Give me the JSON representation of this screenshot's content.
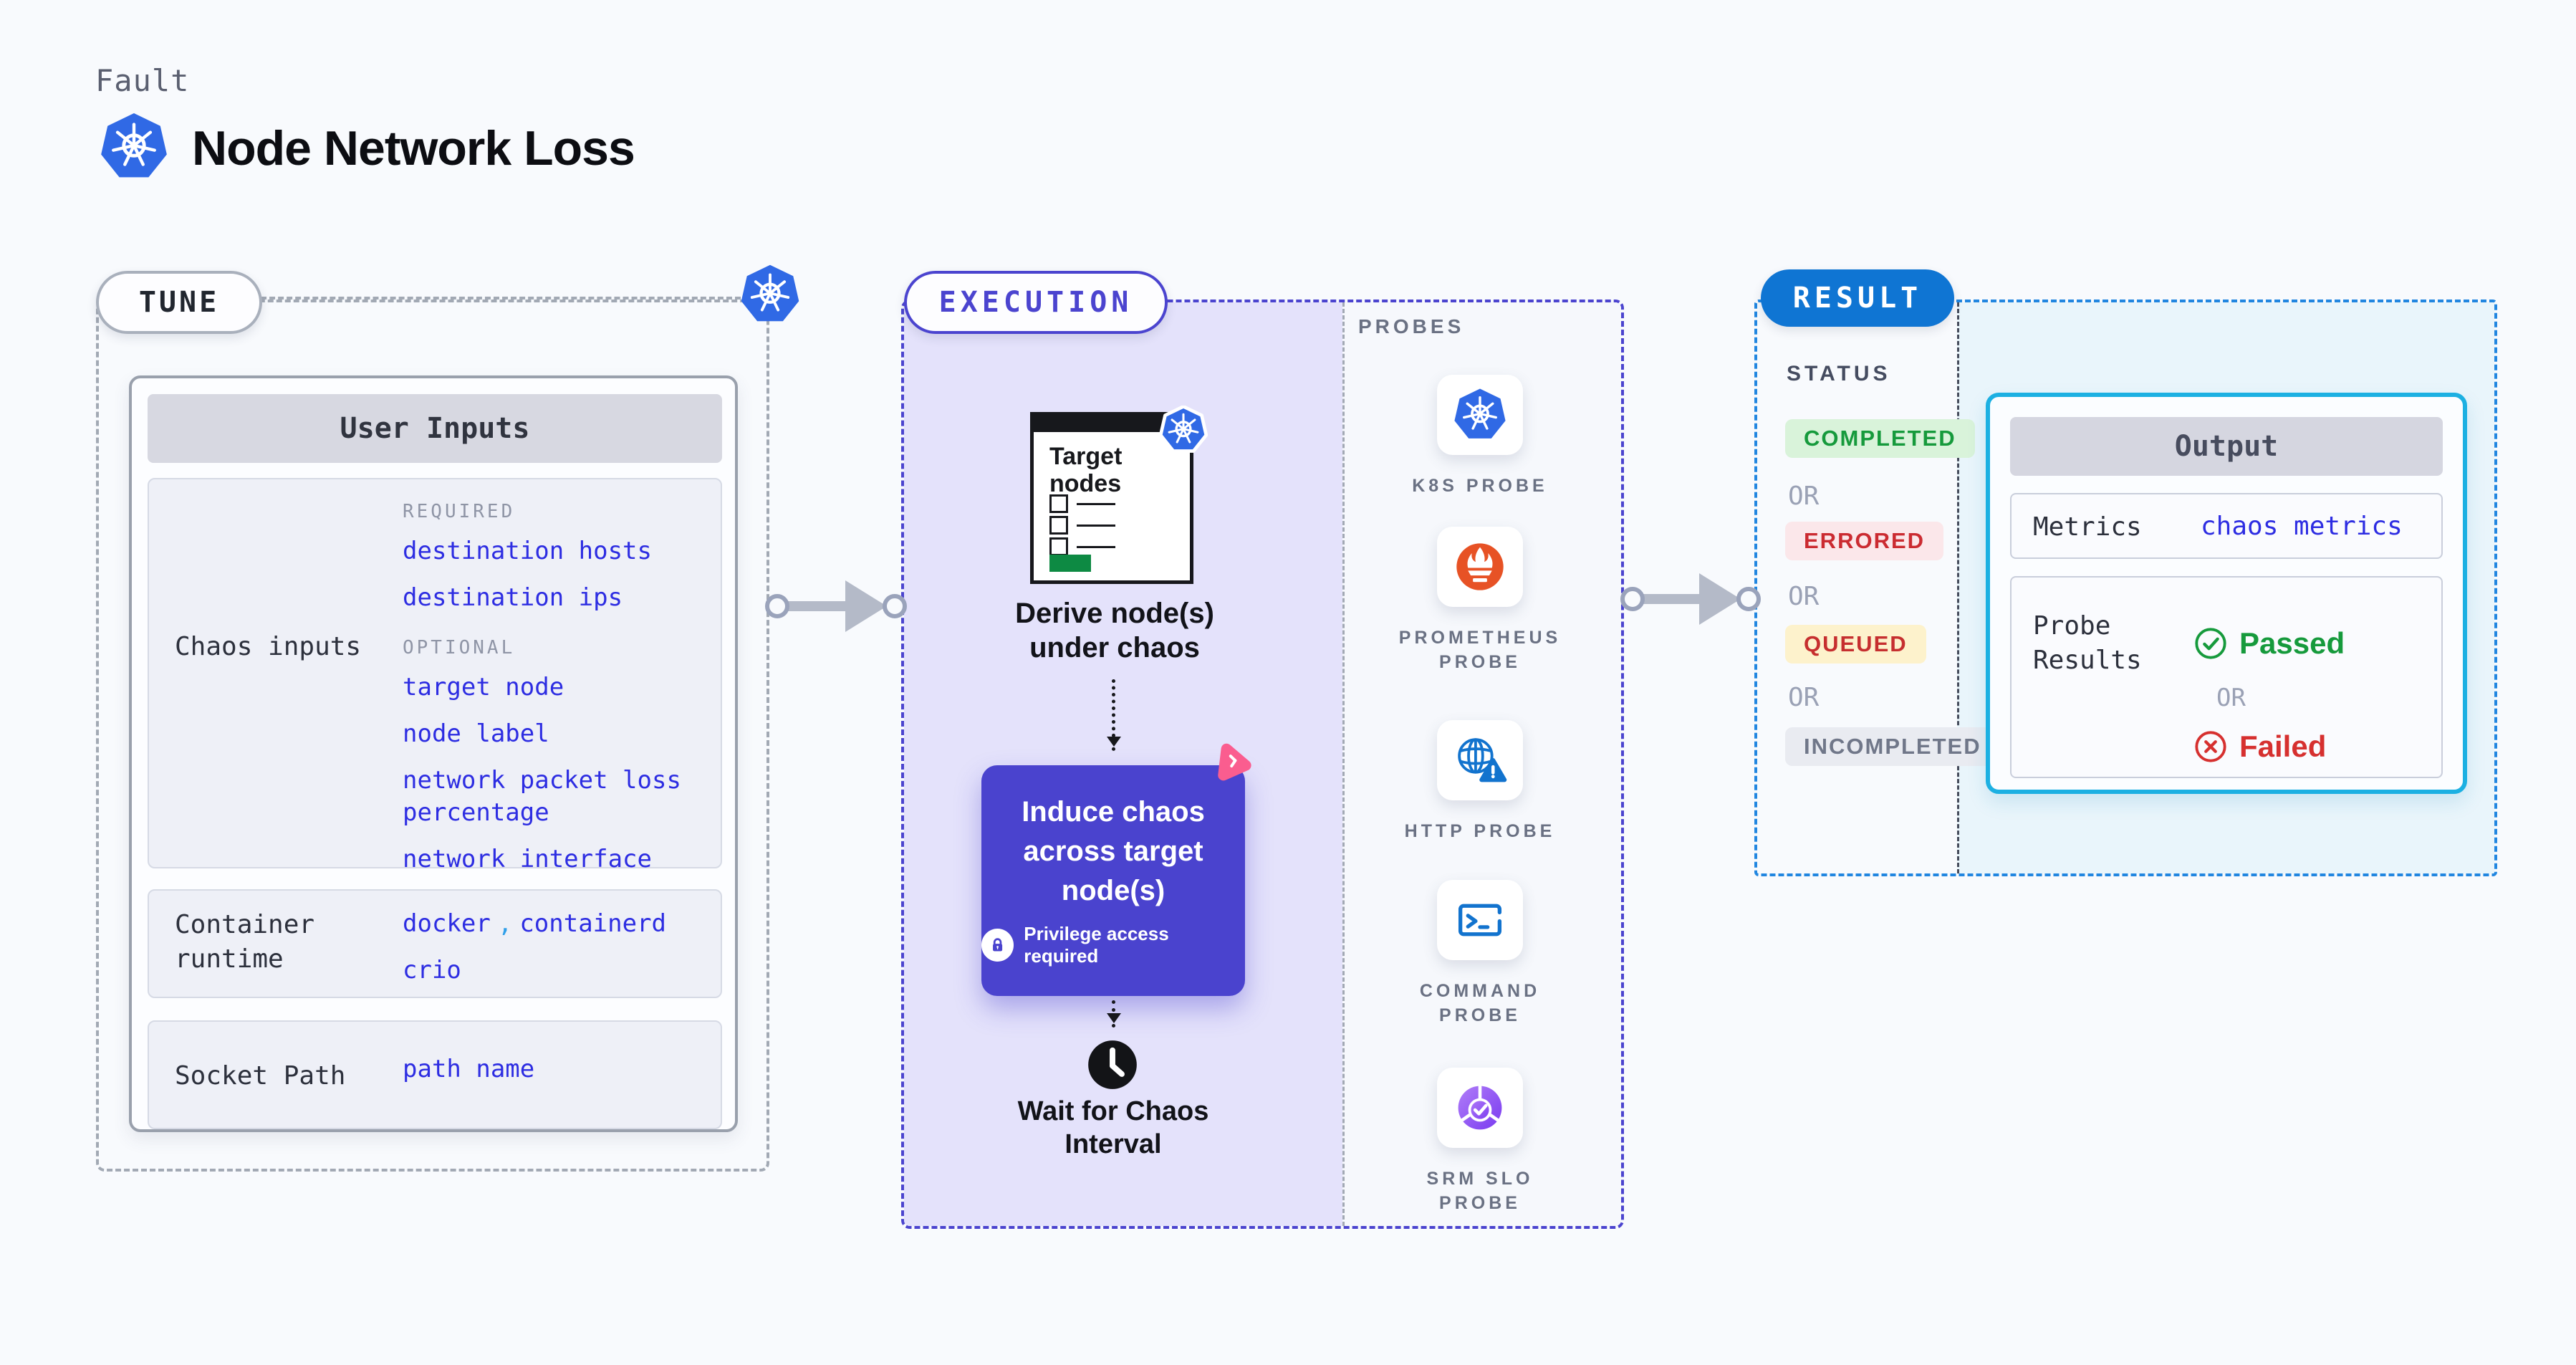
{
  "header": {
    "kicker": "Fault",
    "title": "Node Network Loss"
  },
  "colors": {
    "kubernetes_blue": "#3069e5",
    "execution_indigo": "#4b44cf",
    "result_blue": "#0f75d3",
    "output_cyan": "#1cb0e2",
    "passed_green": "#169a3c",
    "failed_red": "#d6302f",
    "prometheus_orange": "#e75225",
    "litmus_pink": "#fa5d8f"
  },
  "tune": {
    "badge": "TUNE",
    "panel": {
      "title": "User Inputs",
      "chaos_row": {
        "label": "Chaos inputs",
        "required_tag": "REQUIRED",
        "required_values": [
          "destination hosts",
          "destination ips"
        ],
        "optional_tag": "OPTIONAL",
        "optional_values": [
          "target node",
          "node label",
          "network packet loss percentage",
          "network interface"
        ]
      },
      "runtime_row": {
        "label": "Container runtime",
        "separator": ",",
        "values": [
          "docker",
          "containerd",
          "crio"
        ]
      },
      "socket_row": {
        "label": "Socket Path",
        "value": "path name"
      }
    }
  },
  "execution": {
    "badge": "EXECUTION",
    "target_card": {
      "title": "Target nodes"
    },
    "derive_label": "Derive node(s) under chaos",
    "chaos_box": {
      "title": "Induce chaos across target node(s)",
      "note": "Privilege access required"
    },
    "wait_label": "Wait for Chaos Interval",
    "probes": {
      "label": "PROBES",
      "items": [
        {
          "label": "K8S PROBE",
          "icon": "kubernetes"
        },
        {
          "label": "PROMETHEUS PROBE",
          "icon": "prometheus"
        },
        {
          "label": "HTTP PROBE",
          "icon": "http-globe"
        },
        {
          "label": "COMMAND PROBE",
          "icon": "terminal"
        },
        {
          "label": "SRM SLO PROBE",
          "icon": "srm-slo"
        }
      ]
    }
  },
  "result": {
    "badge": "RESULT",
    "status_label": "STATUS",
    "or_label": "OR",
    "statuses": [
      {
        "label": "COMPLETED",
        "kind": "completed"
      },
      {
        "label": "ERRORED",
        "kind": "errored"
      },
      {
        "label": "QUEUED",
        "kind": "queued"
      },
      {
        "label": "INCOMPLETED",
        "kind": "incompleted"
      }
    ],
    "output": {
      "title": "Output",
      "metrics_label": "Metrics",
      "metrics_value": "chaos metrics",
      "probe_results_label": "Probe Results",
      "passed_label": "Passed",
      "or_label": "OR",
      "failed_label": "Failed"
    }
  }
}
